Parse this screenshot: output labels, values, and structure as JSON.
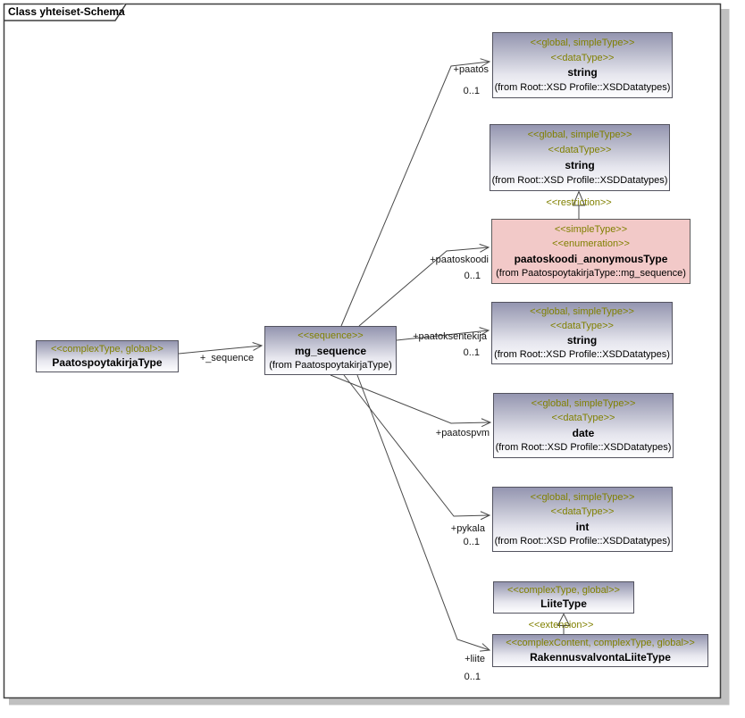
{
  "diagram": {
    "frame_title": "Class yhteiset-Schema",
    "colors": {
      "stereotype_text": "#808000",
      "box_border": "#53535f",
      "box_gradient_top": "#9495b0",
      "box_gradient_bottom": "#fefeff",
      "pink_fill": "#f2c9c8",
      "frame_border": "#3f3f3f",
      "shadow": "#c0c0c0",
      "edge": "#4a4a4a"
    }
  },
  "classes": [
    {
      "name": "PaatospoytakirjaType",
      "stereotypes": [
        "<<complexType, global>>"
      ]
    },
    {
      "name": "mg_sequence",
      "stereotypes": [
        "<<sequence>>"
      ],
      "from": "(from PaatospoytakirjaType)"
    },
    {
      "name": "string",
      "stereotypes": [
        "<<global, simpleType>>",
        "<<dataType>>"
      ],
      "from": "(from Root::XSD Profile::XSDDatatypes)"
    },
    {
      "name": "string",
      "stereotypes": [
        "<<global, simpleType>>",
        "<<dataType>>"
      ],
      "from": "(from Root::XSD Profile::XSDDatatypes)"
    },
    {
      "name": "paatoskoodi_anonymousType",
      "stereotypes": [
        "<<simpleType>>",
        "<<enumeration>>"
      ],
      "from": "(from PaatospoytakirjaType::mg_sequence)"
    },
    {
      "name": "string",
      "stereotypes": [
        "<<global, simpleType>>",
        "<<dataType>>"
      ],
      "from": "(from Root::XSD Profile::XSDDatatypes)"
    },
    {
      "name": "date",
      "stereotypes": [
        "<<global, simpleType>>",
        "<<dataType>>"
      ],
      "from": "(from Root::XSD Profile::XSDDatatypes)"
    },
    {
      "name": "int",
      "stereotypes": [
        "<<global, simpleType>>",
        "<<dataType>>"
      ],
      "from": "(from Root::XSD Profile::XSDDatatypes)"
    },
    {
      "name": "LiiteType",
      "stereotypes": [
        "<<complexType, global>>"
      ]
    },
    {
      "name": "RakennusvalvontaLiiteType",
      "stereotypes": [
        "<<complexContent, complexType, global>>"
      ]
    }
  ],
  "edges": {
    "sequence": {
      "label": "+_sequence"
    },
    "paatos": {
      "label": "+paatos",
      "multiplicity": "0..1"
    },
    "paatoskoodi": {
      "label": "+paatoskoodi",
      "multiplicity": "0..1"
    },
    "paatoksentekija": {
      "label": "+paatoksentekija",
      "multiplicity": "0..1"
    },
    "paatospvm": {
      "label": "+paatospvm"
    },
    "pykala": {
      "label": "+pykala",
      "multiplicity": "0..1"
    },
    "liite": {
      "label": "+liite",
      "multiplicity": "0..1"
    },
    "restriction": {
      "label": "<<restriction>>"
    },
    "extension": {
      "label": "<<extension>>"
    }
  }
}
